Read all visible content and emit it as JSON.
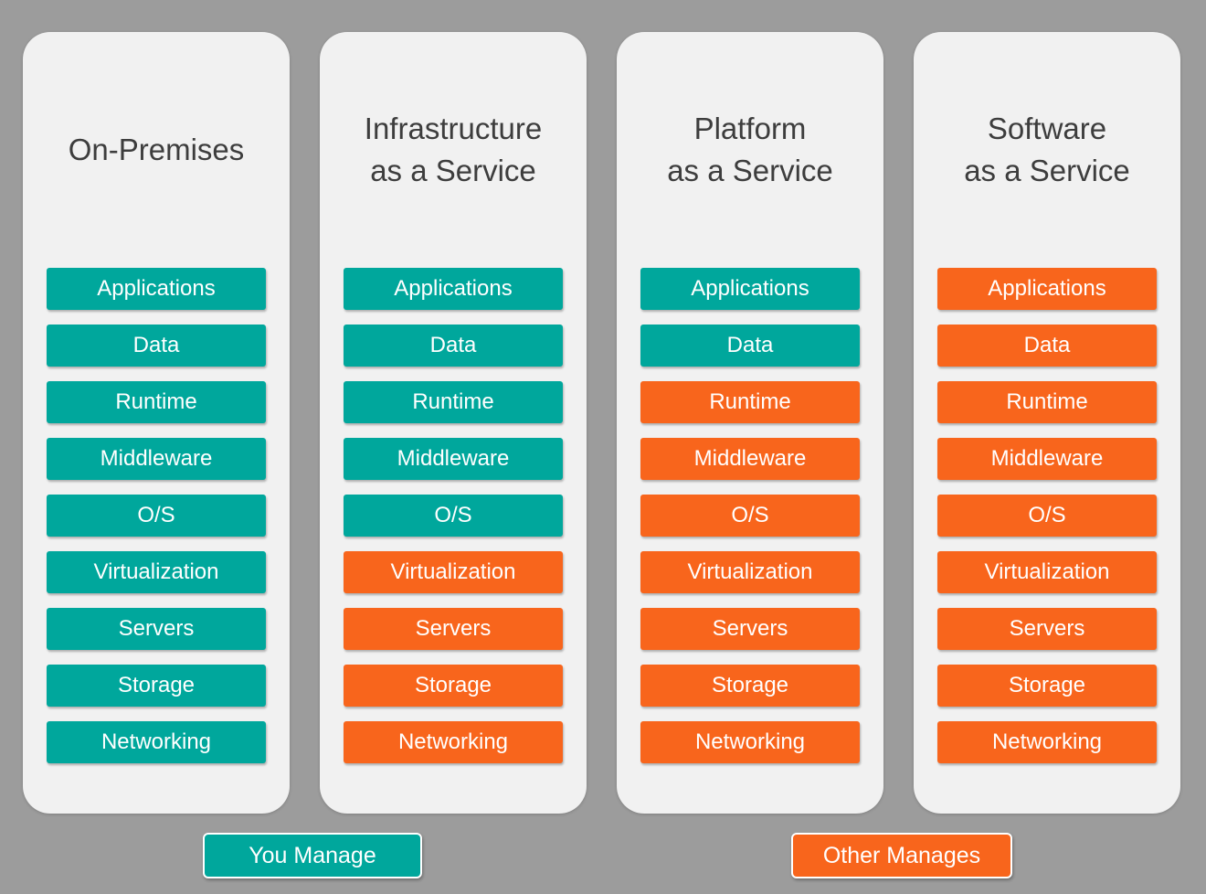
{
  "colors": {
    "teal": "#00A79C",
    "orange": "#F8651C",
    "page_bg": "#9C9C9C",
    "card_bg": "#F1F1F1",
    "title_text": "#3D3D3D"
  },
  "legend": [
    {
      "label": "You Manage",
      "color": "teal"
    },
    {
      "label": "Other Manages",
      "color": "orange"
    }
  ],
  "columns": [
    {
      "title_lines": [
        "On-Premises"
      ],
      "layers": [
        {
          "label": "Applications",
          "managed_by": "you"
        },
        {
          "label": "Data",
          "managed_by": "you"
        },
        {
          "label": "Runtime",
          "managed_by": "you"
        },
        {
          "label": "Middleware",
          "managed_by": "you"
        },
        {
          "label": "O/S",
          "managed_by": "you"
        },
        {
          "label": "Virtualization",
          "managed_by": "you"
        },
        {
          "label": "Servers",
          "managed_by": "you"
        },
        {
          "label": "Storage",
          "managed_by": "you"
        },
        {
          "label": "Networking",
          "managed_by": "you"
        }
      ]
    },
    {
      "title_lines": [
        "Infrastructure",
        "as a Service"
      ],
      "layers": [
        {
          "label": "Applications",
          "managed_by": "you"
        },
        {
          "label": "Data",
          "managed_by": "you"
        },
        {
          "label": "Runtime",
          "managed_by": "you"
        },
        {
          "label": "Middleware",
          "managed_by": "you"
        },
        {
          "label": "O/S",
          "managed_by": "you"
        },
        {
          "label": "Virtualization",
          "managed_by": "other"
        },
        {
          "label": "Servers",
          "managed_by": "other"
        },
        {
          "label": "Storage",
          "managed_by": "other"
        },
        {
          "label": "Networking",
          "managed_by": "other"
        }
      ]
    },
    {
      "title_lines": [
        "Platform",
        "as a Service"
      ],
      "layers": [
        {
          "label": "Applications",
          "managed_by": "you"
        },
        {
          "label": "Data",
          "managed_by": "you"
        },
        {
          "label": "Runtime",
          "managed_by": "other"
        },
        {
          "label": "Middleware",
          "managed_by": "other"
        },
        {
          "label": "O/S",
          "managed_by": "other"
        },
        {
          "label": "Virtualization",
          "managed_by": "other"
        },
        {
          "label": "Servers",
          "managed_by": "other"
        },
        {
          "label": "Storage",
          "managed_by": "other"
        },
        {
          "label": "Networking",
          "managed_by": "other"
        }
      ]
    },
    {
      "title_lines": [
        "Software",
        "as a Service"
      ],
      "layers": [
        {
          "label": "Applications",
          "managed_by": "other"
        },
        {
          "label": "Data",
          "managed_by": "other"
        },
        {
          "label": "Runtime",
          "managed_by": "other"
        },
        {
          "label": "Middleware",
          "managed_by": "other"
        },
        {
          "label": "O/S",
          "managed_by": "other"
        },
        {
          "label": "Virtualization",
          "managed_by": "other"
        },
        {
          "label": "Servers",
          "managed_by": "other"
        },
        {
          "label": "Storage",
          "managed_by": "other"
        },
        {
          "label": "Networking",
          "managed_by": "other"
        }
      ]
    }
  ]
}
